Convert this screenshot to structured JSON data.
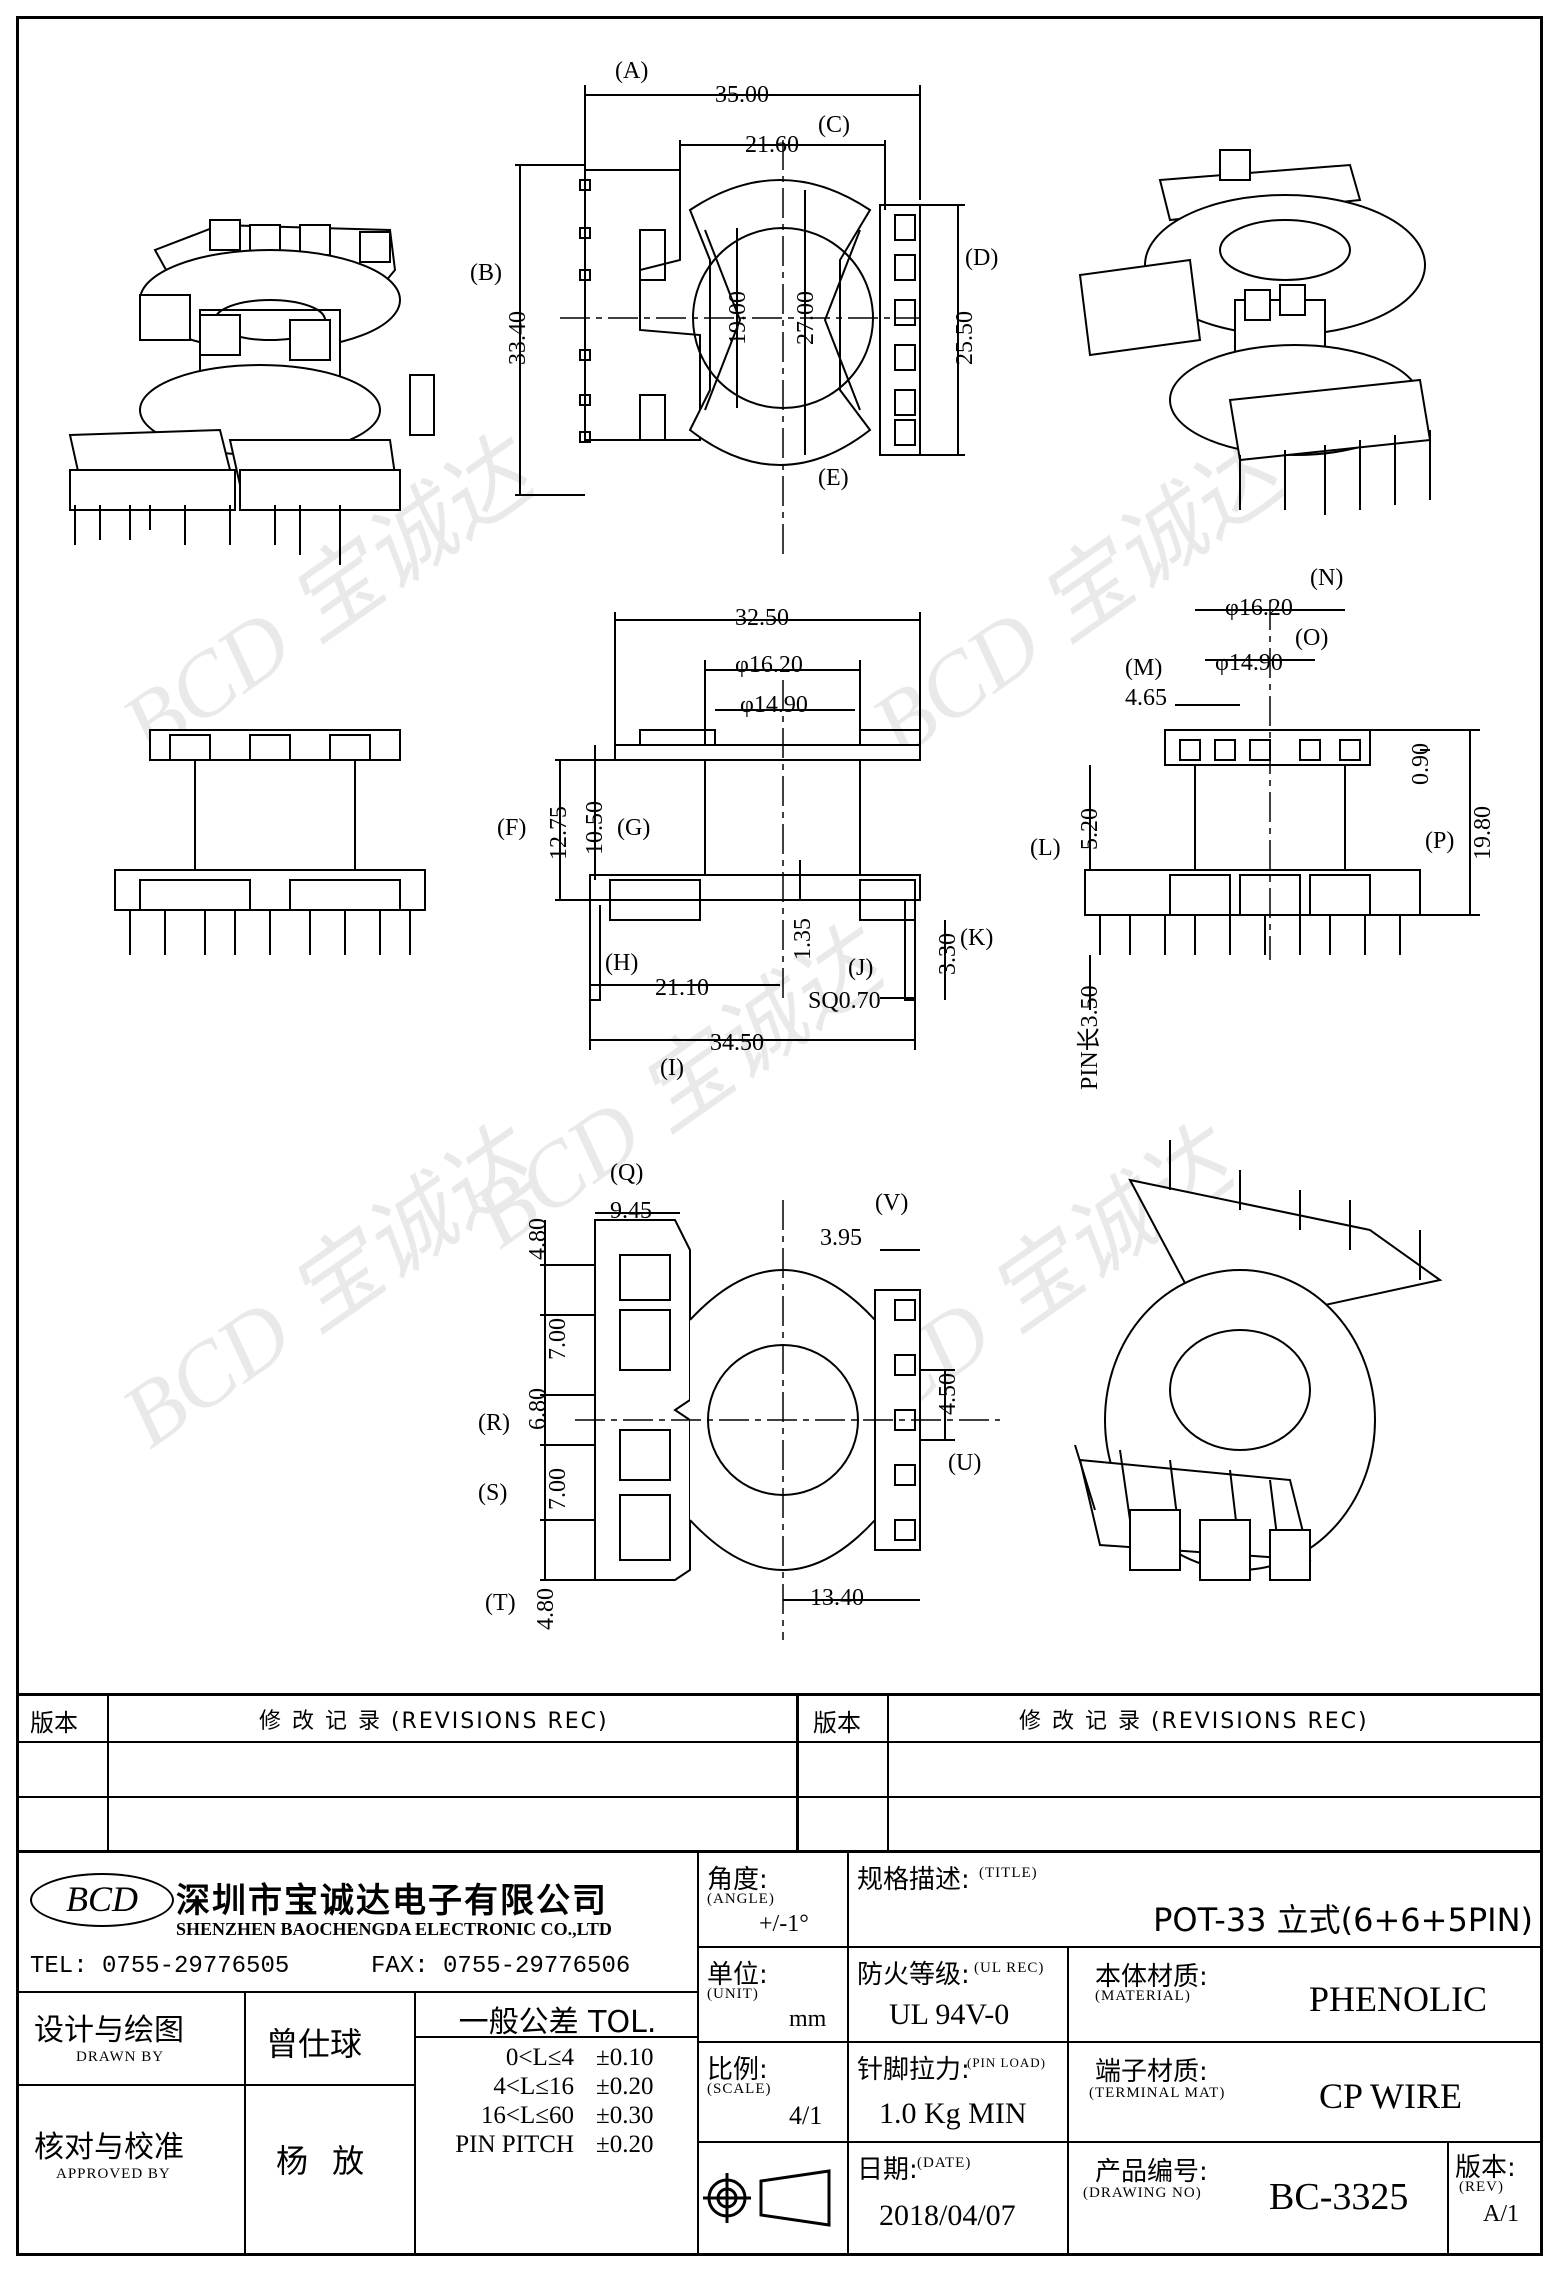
{
  "dimensions": {
    "A": "(A)",
    "A_val": "35.00",
    "C": "(C)",
    "C_val": "21.60",
    "B": "(B)",
    "B_val": "33.40",
    "D": "(D)",
    "D_val": "25.50",
    "E": "(E)",
    "d19": "19.00",
    "d27": "27.00",
    "w32": "32.50",
    "phi16": "φ16.20",
    "phi14": "φ14.90",
    "F": "(F)",
    "F_val": "12.75",
    "G": "(G)",
    "G_val": "10.50",
    "H": "(H)",
    "H_val": "21.10",
    "I": "(I)",
    "I_val": "34.50",
    "J": "(J)",
    "J_val": "SQ0.70",
    "K": "(K)",
    "K_val": "3.30",
    "d135": "1.35",
    "N": "(N)",
    "N_val": "φ16.20",
    "O": "(O)",
    "O_val": "φ14.90",
    "M": "(M)",
    "M_val": "4.65",
    "L": "(L)",
    "L_val": "5.20",
    "P": "(P)",
    "P_val": "19.80",
    "d090": "0.90",
    "pin": "PIN长3.50",
    "Q": "(Q)",
    "Q_val": "9.45",
    "V": "(V)",
    "V_val": "3.95",
    "R": "(R)",
    "S": "(S)",
    "T": "(T)",
    "U": "(U)",
    "d480a": "4.80",
    "d700a": "7.00",
    "d680": "6.80",
    "d700b": "7.00",
    "d480b": "4.80",
    "d450": "4.50",
    "d1340": "13.40"
  },
  "watermark": "BCD 宝诚达",
  "title_block": {
    "rev_label_left": "版本",
    "rev_rec_left": "修 改 记 录 (REVISIONS REC)",
    "rev_label_right": "版本",
    "rev_rec_right": "修 改 记 录 (REVISIONS REC)",
    "logo": "BCD",
    "company_cn": "深圳市宝诚达电子有限公司",
    "company_en": "SHENZHEN BAOCHENGDA ELECTRONIC CO.,LTD",
    "tel": "TEL: 0755-29776505",
    "fax": "FAX: 0755-29776506",
    "angle_label": "角度:",
    "angle_sub": "(ANGLE)",
    "angle_val": "+/-1°",
    "title_label": "规格描述:",
    "title_sub": "(TITLE)",
    "title_val": "POT-33 立式(6+6+5PIN)",
    "unit_label": "单位:",
    "unit_sub": "(UNIT)",
    "unit_val": "mm",
    "ul_label": "防火等级:",
    "ul_sub": "(UL REC)",
    "ul_val": "UL 94V-0",
    "mat_label": "本体材质:",
    "mat_sub": "(MATERIAL)",
    "mat_val": "PHENOLIC",
    "drawn_label": "设计与绘图",
    "drawn_sub": "DRAWN BY",
    "drawn_val": "曾仕球",
    "tol_title": "一般公差 TOL.",
    "tol_rows": [
      {
        "range": "0<L≤4",
        "val": "±0.10"
      },
      {
        "range": "4<L≤16",
        "val": "±0.20"
      },
      {
        "range": "16<L≤60",
        "val": "±0.30"
      },
      {
        "range": "PIN PITCH",
        "val": "±0.20"
      }
    ],
    "scale_label": "比例:",
    "scale_sub": "(SCALE)",
    "scale_val": "4/1",
    "load_label": "针脚拉力:",
    "load_sub": "(PIN LOAD)",
    "load_val": "1.0 Kg MIN",
    "term_label": "端子材质:",
    "term_sub": "(TERMINAL MAT)",
    "term_val": "CP WIRE",
    "approved_label": "核对与校准",
    "approved_sub": "APPROVED BY",
    "approved_val": "杨 放",
    "date_label": "日期:",
    "date_sub": "(DATE)",
    "date_val": "2018/04/07",
    "dwg_label": "产品编号:",
    "dwg_sub": "(DRAWING NO)",
    "dwg_val": "BC-3325",
    "rev_label": "版本:",
    "rev_sub": "(REV)",
    "rev_val": "A/1"
  }
}
